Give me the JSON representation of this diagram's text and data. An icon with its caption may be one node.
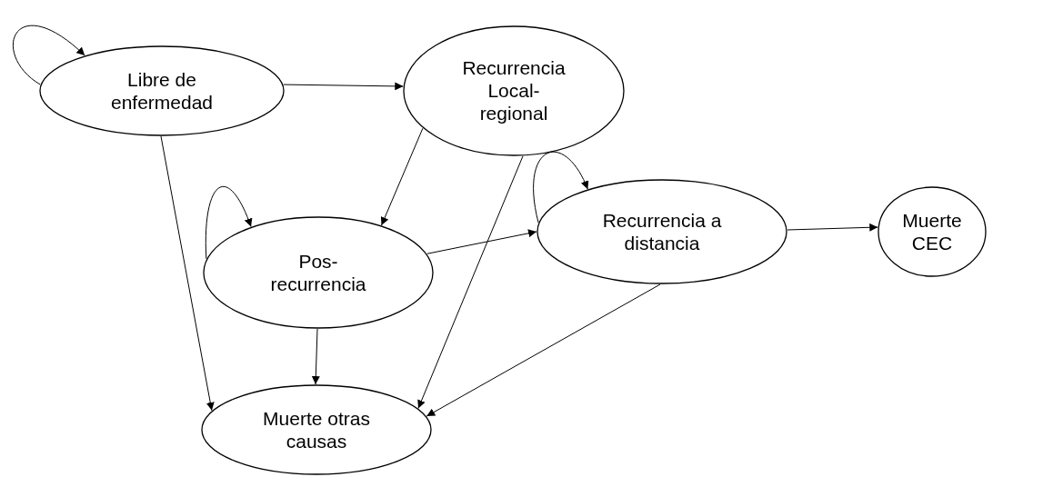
{
  "diagram": {
    "nodes": [
      {
        "text": [
          "Libre de enfermedad"
        ]
      },
      {
        "text": [
          "Recurrencia Local-regional"
        ]
      },
      {
        "text": [
          "Pos-recurrencia"
        ]
      },
      {
        "text": [
          "Recurrencia a distancia"
        ]
      },
      {
        "text": [
          "Muerte CEC"
        ]
      },
      {
        "text": [
          "Muerte otras causas"
        ]
      }
    ],
    "edges": [
      {
        "from": 0,
        "to": 0,
        "arrow": "to"
      },
      {
        "from": 0,
        "to": 1,
        "arrow": "to"
      },
      {
        "from": 0,
        "to": 5,
        "arrow": "to"
      },
      {
        "from": 1,
        "to": 2,
        "arrow": "to"
      },
      {
        "from": 1,
        "to": 5,
        "arrow": "to"
      },
      {
        "from": 2,
        "to": 2,
        "arrow": "to"
      },
      {
        "from": 2,
        "to": 3,
        "arrow": "to"
      },
      {
        "from": 2,
        "to": 5,
        "arrow": "to"
      },
      {
        "from": 3,
        "to": 3,
        "arrow": "to"
      },
      {
        "from": 3,
        "to": 4,
        "arrow": "to"
      },
      {
        "from": 3,
        "to": 5,
        "arrow": "to"
      }
    ]
  }
}
